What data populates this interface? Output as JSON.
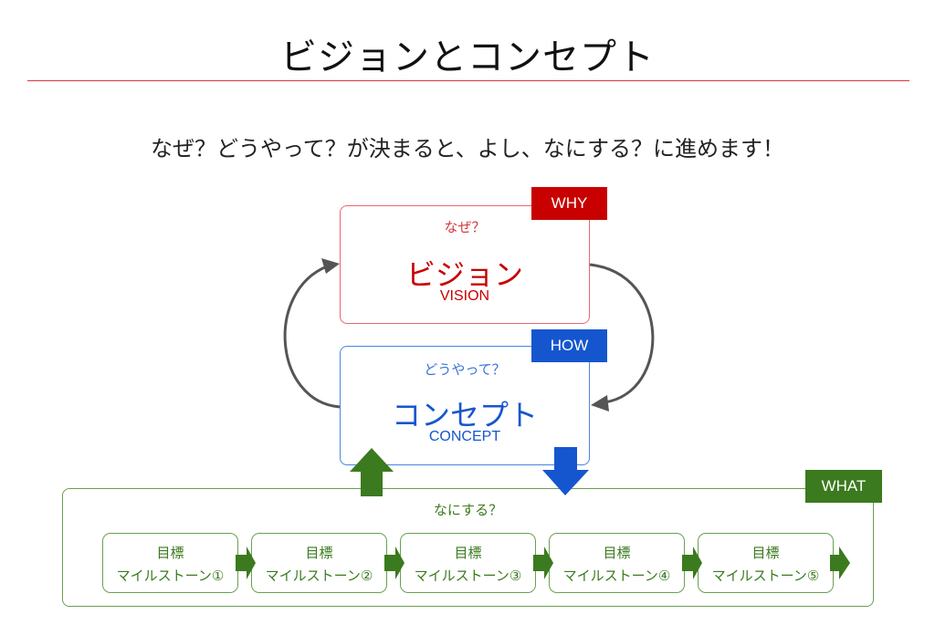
{
  "header": {
    "title": "ビジョンとコンセプト",
    "subtitle": "なぜ？どうやって？が決まると、よし、なにする？に進めます！"
  },
  "vision": {
    "tag": "WHY",
    "question": "なぜ？",
    "title": "ビジョン",
    "english": "VISION",
    "color": "#c80000"
  },
  "concept": {
    "tag": "HOW",
    "question": "どうやって？",
    "title": "コンセプト",
    "english": "CONCEPT",
    "color": "#1556cf"
  },
  "what": {
    "tag": "WHAT",
    "question": "なにする？",
    "color": "#3b7a1e",
    "milestones": [
      {
        "line1": "目標",
        "line2": "マイルストーン①"
      },
      {
        "line1": "目標",
        "line2": "マイルストーン②"
      },
      {
        "line1": "目標",
        "line2": "マイルストーン③"
      },
      {
        "line1": "目標",
        "line2": "マイルストーン④"
      },
      {
        "line1": "目標",
        "line2": "マイルストーン⑤"
      }
    ]
  }
}
